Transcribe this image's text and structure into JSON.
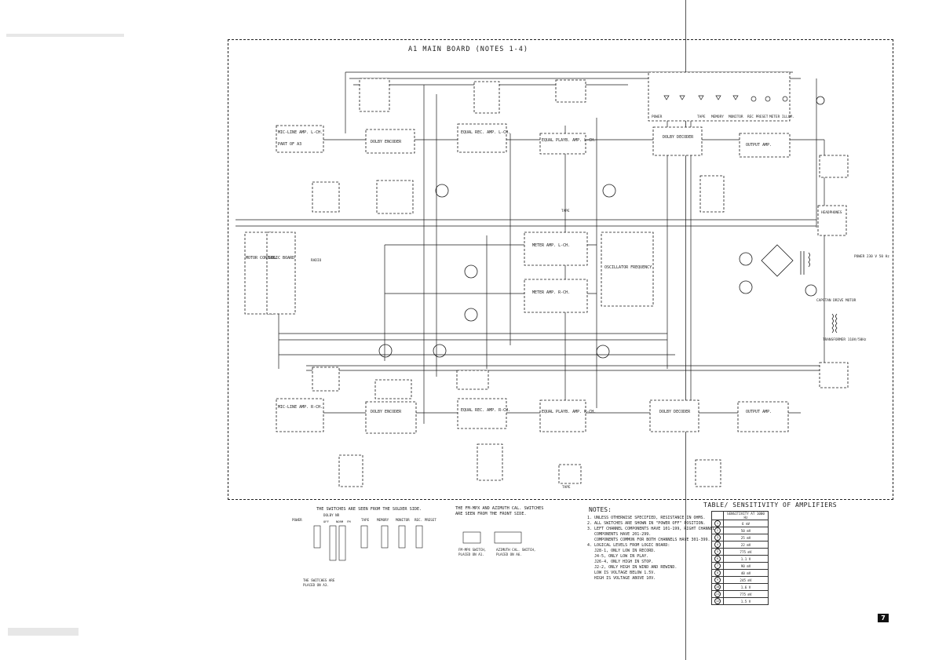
{
  "board": {
    "title": "A1 MAIN BOARD (NOTES 1-4)"
  },
  "blocks": [
    {
      "id": "mic-line-l",
      "label": "MIC-LINE AMP. L-CH."
    },
    {
      "id": "part-a3-1",
      "label": "PART OF A3"
    },
    {
      "id": "dolby-encoder-l",
      "label": "DOLBY ENCODER"
    },
    {
      "id": "equal-rec-l",
      "label": "EQUAL REC. AMP. L-CH."
    },
    {
      "id": "equal-playb-l",
      "label": "EQUAL PLAYB. AMP. L-CH."
    },
    {
      "id": "dolby-decoder-l",
      "label": "DOLBY DECODER"
    },
    {
      "id": "output-amp-l",
      "label": "OUTPUT AMP."
    },
    {
      "id": "motor-control",
      "label": "MOTOR CONTROL"
    },
    {
      "id": "logic-board",
      "label": "LOGIC BOARD"
    },
    {
      "id": "meter-amp-l",
      "label": "METER AMP. L-CH."
    },
    {
      "id": "meter-amp-r",
      "label": "METER AMP. R-CH."
    },
    {
      "id": "oscillator",
      "label": "OSCILLATOR FREQUENCY"
    },
    {
      "id": "mic-line-r",
      "label": "MIC-LINE AMP. R-CH."
    },
    {
      "id": "dolby-encoder-r",
      "label": "DOLBY ENCODER"
    },
    {
      "id": "equal-rec-r",
      "label": "EQUAL REC. AMP. R-CH."
    },
    {
      "id": "equal-playb-r",
      "label": "EQUAL PLAYB. AMP. R-CH."
    },
    {
      "id": "dolby-decoder-r",
      "label": "DOLBY DECODER"
    },
    {
      "id": "output-amp-r",
      "label": "OUTPUT AMP."
    },
    {
      "id": "capstan",
      "label": "CAPSTAN DRIVE MOTOR"
    },
    {
      "id": "transformer",
      "label": "TRANSFORMER 110V/50Hz"
    },
    {
      "id": "power",
      "label": "POWER 230 V 50 Hz"
    },
    {
      "id": "headphones",
      "label": "HEADPHONES"
    },
    {
      "id": "radio",
      "label": "RADIO"
    },
    {
      "id": "tape-l",
      "label": "TAPE"
    },
    {
      "id": "tape-r",
      "label": "TAPE"
    }
  ],
  "indicators": [
    "POWER",
    "TAPE",
    "MEMORY",
    "MONITOR",
    "REC PRESET",
    "METER ILLUM."
  ],
  "switch_notes": {
    "title": "THE SWITCHES ARE SEEN FROM THE SOLDER SIDE.",
    "labels": [
      "POWER",
      "DOLBY NR",
      "TAPE",
      "MEMORY",
      "MONITOR",
      "REC. PRESET"
    ],
    "sub_labels": [
      "OFF",
      "NORM",
      "FM"
    ],
    "placement": "THE SWITCHES ARE\nPLACED ON A3."
  },
  "fm_notes": {
    "title": "THE FM-MPX AND AZIMUTH CAL. SWITCHES\nARE SEEN FROM THE FRONT SIDE.",
    "left_caption": "FM-MPX SWITCH,\nPLACED ON A1.",
    "right_caption": "AZIMUTH CAL. SWITCH,\nPLACED ON A6."
  },
  "notes": {
    "title": "NOTES:",
    "items": [
      "1. UNLESS OTHERWISE SPECIFIED, RESISTANCE IN OHMS.",
      "2. ALL SWITCHES ARE SHOWN IN \"POWER OFF\" POSITION.",
      "3. LEFT CHANNEL COMPONENTS HAVE 101-199, RIGHT CHANNEL\n   COMPONENTS HAVE 201-299.\n   COMPONENTS COMMON FOR BOTH CHANNELS HAVE 301-399.",
      "4. LOGICAL LEVELS FROM LOGIC BOARD:\n   J28-1, ONLY LOW IN RECORD.\n   J4-5, ONLY LOW IN PLAY.\n   J26-4, ONLY HIGH IN STOP.\n   J2-2, ONLY HIGH IN WIND AND REWIND.\n   LOW IS VOLTAGE BELOW 1.5V.\n   HIGH IS VOLTAGE ABOVE 10V."
    ]
  },
  "sensitivity_table": {
    "title": "TABLE/ SENSITIVITY OF AMPLIFIERS",
    "header": "SENSITIVITY AT 1000 Hz",
    "rows": [
      {
        "n": "1",
        "value": "6 mV"
      },
      {
        "n": "2",
        "value": "50 mV"
      },
      {
        "n": "3",
        "value": "25 mV"
      },
      {
        "n": "4",
        "value": "22 mV"
      },
      {
        "n": "5",
        "value": "775 mV"
      },
      {
        "n": "6",
        "value": "1.1 V"
      },
      {
        "n": "7",
        "value": "90 mV"
      },
      {
        "n": "8",
        "value": "40 mV"
      },
      {
        "n": "9",
        "value": "245 mV"
      },
      {
        "n": "10",
        "value": "1.6 V"
      },
      {
        "n": "11",
        "value": "775 mV"
      },
      {
        "n": "12",
        "value": "1.5 V"
      }
    ]
  },
  "page": {
    "number": "7"
  }
}
